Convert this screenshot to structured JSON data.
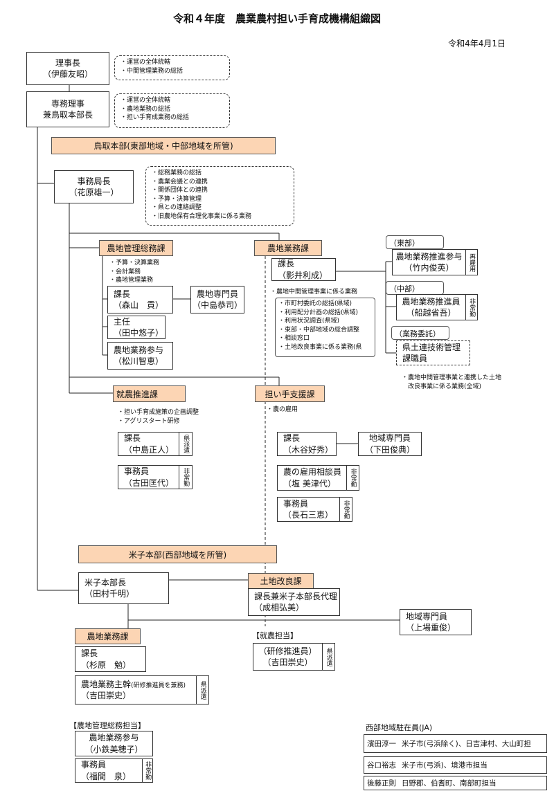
{
  "title": "令和４年度　農業農村担い手育成機構組織図",
  "date": "令和4年4月1日",
  "chairman": {
    "role": "理事長",
    "name": "（伊藤友昭）",
    "notes": [
      "・運営の全体統轄",
      "・中間管理業務の総括"
    ]
  },
  "managing_director": {
    "role": "専務理事",
    "role2": "兼鳥取本部長",
    "notes": [
      "・運営の全体統轄",
      "・農地業務の総括",
      "・担い手育成業務の総括"
    ]
  },
  "tottori_hq": {
    "label": "鳥取本部(東部地域・中部地域を所管)"
  },
  "secretary_general": {
    "role": "事務局長",
    "name": "（花原雄一）",
    "notes": [
      "・総務業務の総括",
      "・農業会議との連携",
      "・関係団体との連携",
      "・予算・決算管理",
      "・県との連絡調整",
      "・旧農地保有合理化事業に係る業務"
    ]
  },
  "land_admin": {
    "label": "農地管理総務課",
    "notes": [
      "・予算・決算業務",
      "・会計業務",
      "・農地管理業務"
    ],
    "chief": {
      "role": "課長",
      "name": "（森山　貢）"
    },
    "specialist": {
      "role": "農地専門員",
      "name": "（中島恭司）"
    },
    "senior": {
      "role": "主任",
      "name": "（田中悠子）"
    },
    "advisor": {
      "role": "農地業務参与",
      "name": "（松川智恵）"
    }
  },
  "land_business": {
    "label": "農地業務課",
    "chief": {
      "role": "課長",
      "name": "（影井利成）"
    },
    "duty": "・農地中間管理事業に係る業務",
    "duties": [
      "・市町村委託の総括(県域)",
      "・利用配分計画の総括(県域)",
      "・利用状況調査(県域)",
      "・東部・中部地域の総合調整",
      "・相談窓口",
      "・土地改良事業に係る業務(県"
    ],
    "east": {
      "label": "（東部）",
      "role": "農地業務推進参与",
      "name": "（竹内俊英）",
      "tag": "再雇用"
    },
    "central": {
      "label": "（中部）",
      "role": "農地業務推進員",
      "name": "（船越省吾）",
      "tag": "非常勤"
    },
    "outsourced": {
      "label": "（業務委託）",
      "role": "県土連技術管理",
      "role2": "課職員"
    },
    "outsourced_notes": [
      "・農地中間管理事業と連携した土地",
      "改良事業に係る業務(全域)"
    ]
  },
  "farming_promotion": {
    "label": "就農推進課",
    "notes": [
      "・担い手育成施策の企画調整",
      "・アグリスタート研修"
    ],
    "chief": {
      "role": "課長",
      "name": "（中島正人）",
      "tag": "県派遣"
    },
    "clerk": {
      "role": "事務員",
      "name": "（古田匡代）",
      "tag": "非常勤"
    }
  },
  "successor_support": {
    "label": "担い手支援課",
    "notes": [
      "・農の雇用"
    ],
    "chief": {
      "role": "課長",
      "name": "（木谷好秀）"
    },
    "specialist": {
      "role": "地域専門員",
      "name": "（下田俊典）"
    },
    "consultant": {
      "role": "農の雇用相談員",
      "name": "（塩 美津代）",
      "tag": "非常勤"
    },
    "clerk": {
      "role": "事務員",
      "name": "（長石三恵）",
      "tag": "非常勤"
    }
  },
  "yonago_hq": {
    "label": "米子本部(西部地域を所管)",
    "head": {
      "role": "米子本部長",
      "name": "（田村千明）"
    }
  },
  "land_improvement": {
    "label": "土地改良課",
    "chief": {
      "role": "課長兼米子本部長代理",
      "name": "（成相弘美）"
    }
  },
  "yonago_specialist": {
    "role": "地域専門員",
    "name": "（上場重俊）"
  },
  "yonago_land_business": {
    "label": "農地業務課",
    "chief": {
      "role": "課長",
      "name": "（杉原　勉）"
    },
    "manager": {
      "role": "農地業務主幹",
      "role_note": "(研修推進員を兼務)",
      "name": "（吉田崇史）",
      "tag": "県派遣"
    }
  },
  "farming_unit": {
    "label": "【就農担当】",
    "staff": {
      "role": "（研修推進員）",
      "name": "（吉田崇史）",
      "tag": "県派遣"
    }
  },
  "land_admin_unit": {
    "label": "【農地管理総務担当】",
    "advisor": {
      "role": "農地業務参与",
      "name": "（小鉄美穂子）"
    },
    "clerk": {
      "role": "事務員",
      "name": "（福間　泉）",
      "tag": "非常勤"
    }
  },
  "ja_staff": {
    "label": "西部地域駐在員(JA)",
    "rows": [
      {
        "name": "濱田淳一",
        "area": "米子市(弓浜除く)、日吉津村、大山町担"
      },
      {
        "name": "谷口裕志",
        "area": "米子市(弓浜)、境港市担当"
      },
      {
        "name": "後藤正則",
        "area": "日野郡、伯耆町、南部町担当"
      }
    ]
  },
  "colors": {
    "section_fill": "#fcd5b4",
    "border": "#333333"
  }
}
